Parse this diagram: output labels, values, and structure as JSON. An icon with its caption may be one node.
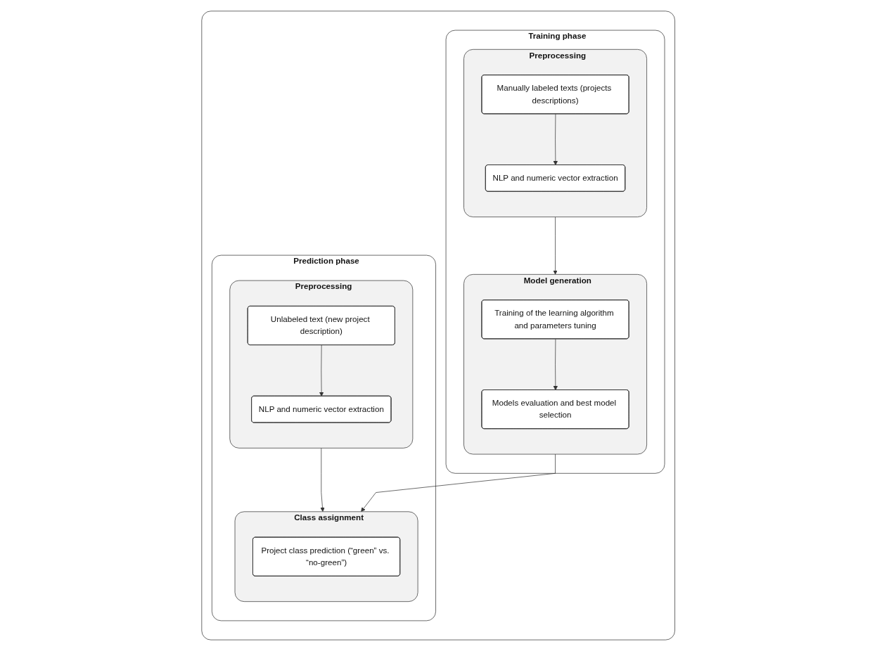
{
  "diagram": {
    "nodes": [
      {
        "text": [],
        "shape": "box"
      },
      {
        "text": [
          "Training phase"
        ],
        "in": 0
      },
      {
        "text": [
          "Preprocessing"
        ],
        "in": 1
      },
      {
        "text": [
          "Manually labeled texts (projects descriptions)"
        ],
        "in": 2
      },
      {
        "text": [
          "NLP and numeric vector extraction"
        ],
        "in": 2
      },
      {
        "text": [
          "Model generation"
        ],
        "in": 1
      },
      {
        "text": [
          "Training of the learning algorithm and parameters tuning"
        ],
        "in": 5
      },
      {
        "text": [
          "Models evaluation and best model selection"
        ],
        "in": 5
      },
      {
        "text": [
          "Prediction phase"
        ],
        "in": 0
      },
      {
        "text": [
          "Preprocessing"
        ],
        "in": 8
      },
      {
        "text": [
          "Unlabeled text (new project description)"
        ],
        "in": 9
      },
      {
        "text": [
          "NLP and numeric vector extraction"
        ],
        "in": 9
      },
      {
        "text": [
          "Class assignment"
        ],
        "in": 8
      },
      {
        "text": [
          "Project class prediction (“green” vs. “no-green”)"
        ],
        "in": 12
      }
    ],
    "edges": [
      {
        "from": 3,
        "to": 4,
        "arrow": "to"
      },
      {
        "from": 2,
        "to": 5,
        "arrow": "to"
      },
      {
        "from": 6,
        "to": 7,
        "arrow": "to"
      },
      {
        "from": 10,
        "to": 11,
        "arrow": "to"
      },
      {
        "from": 9,
        "to": 12,
        "arrow": "to"
      },
      {
        "from": 5,
        "to": 12,
        "arrow": "to"
      }
    ]
  }
}
